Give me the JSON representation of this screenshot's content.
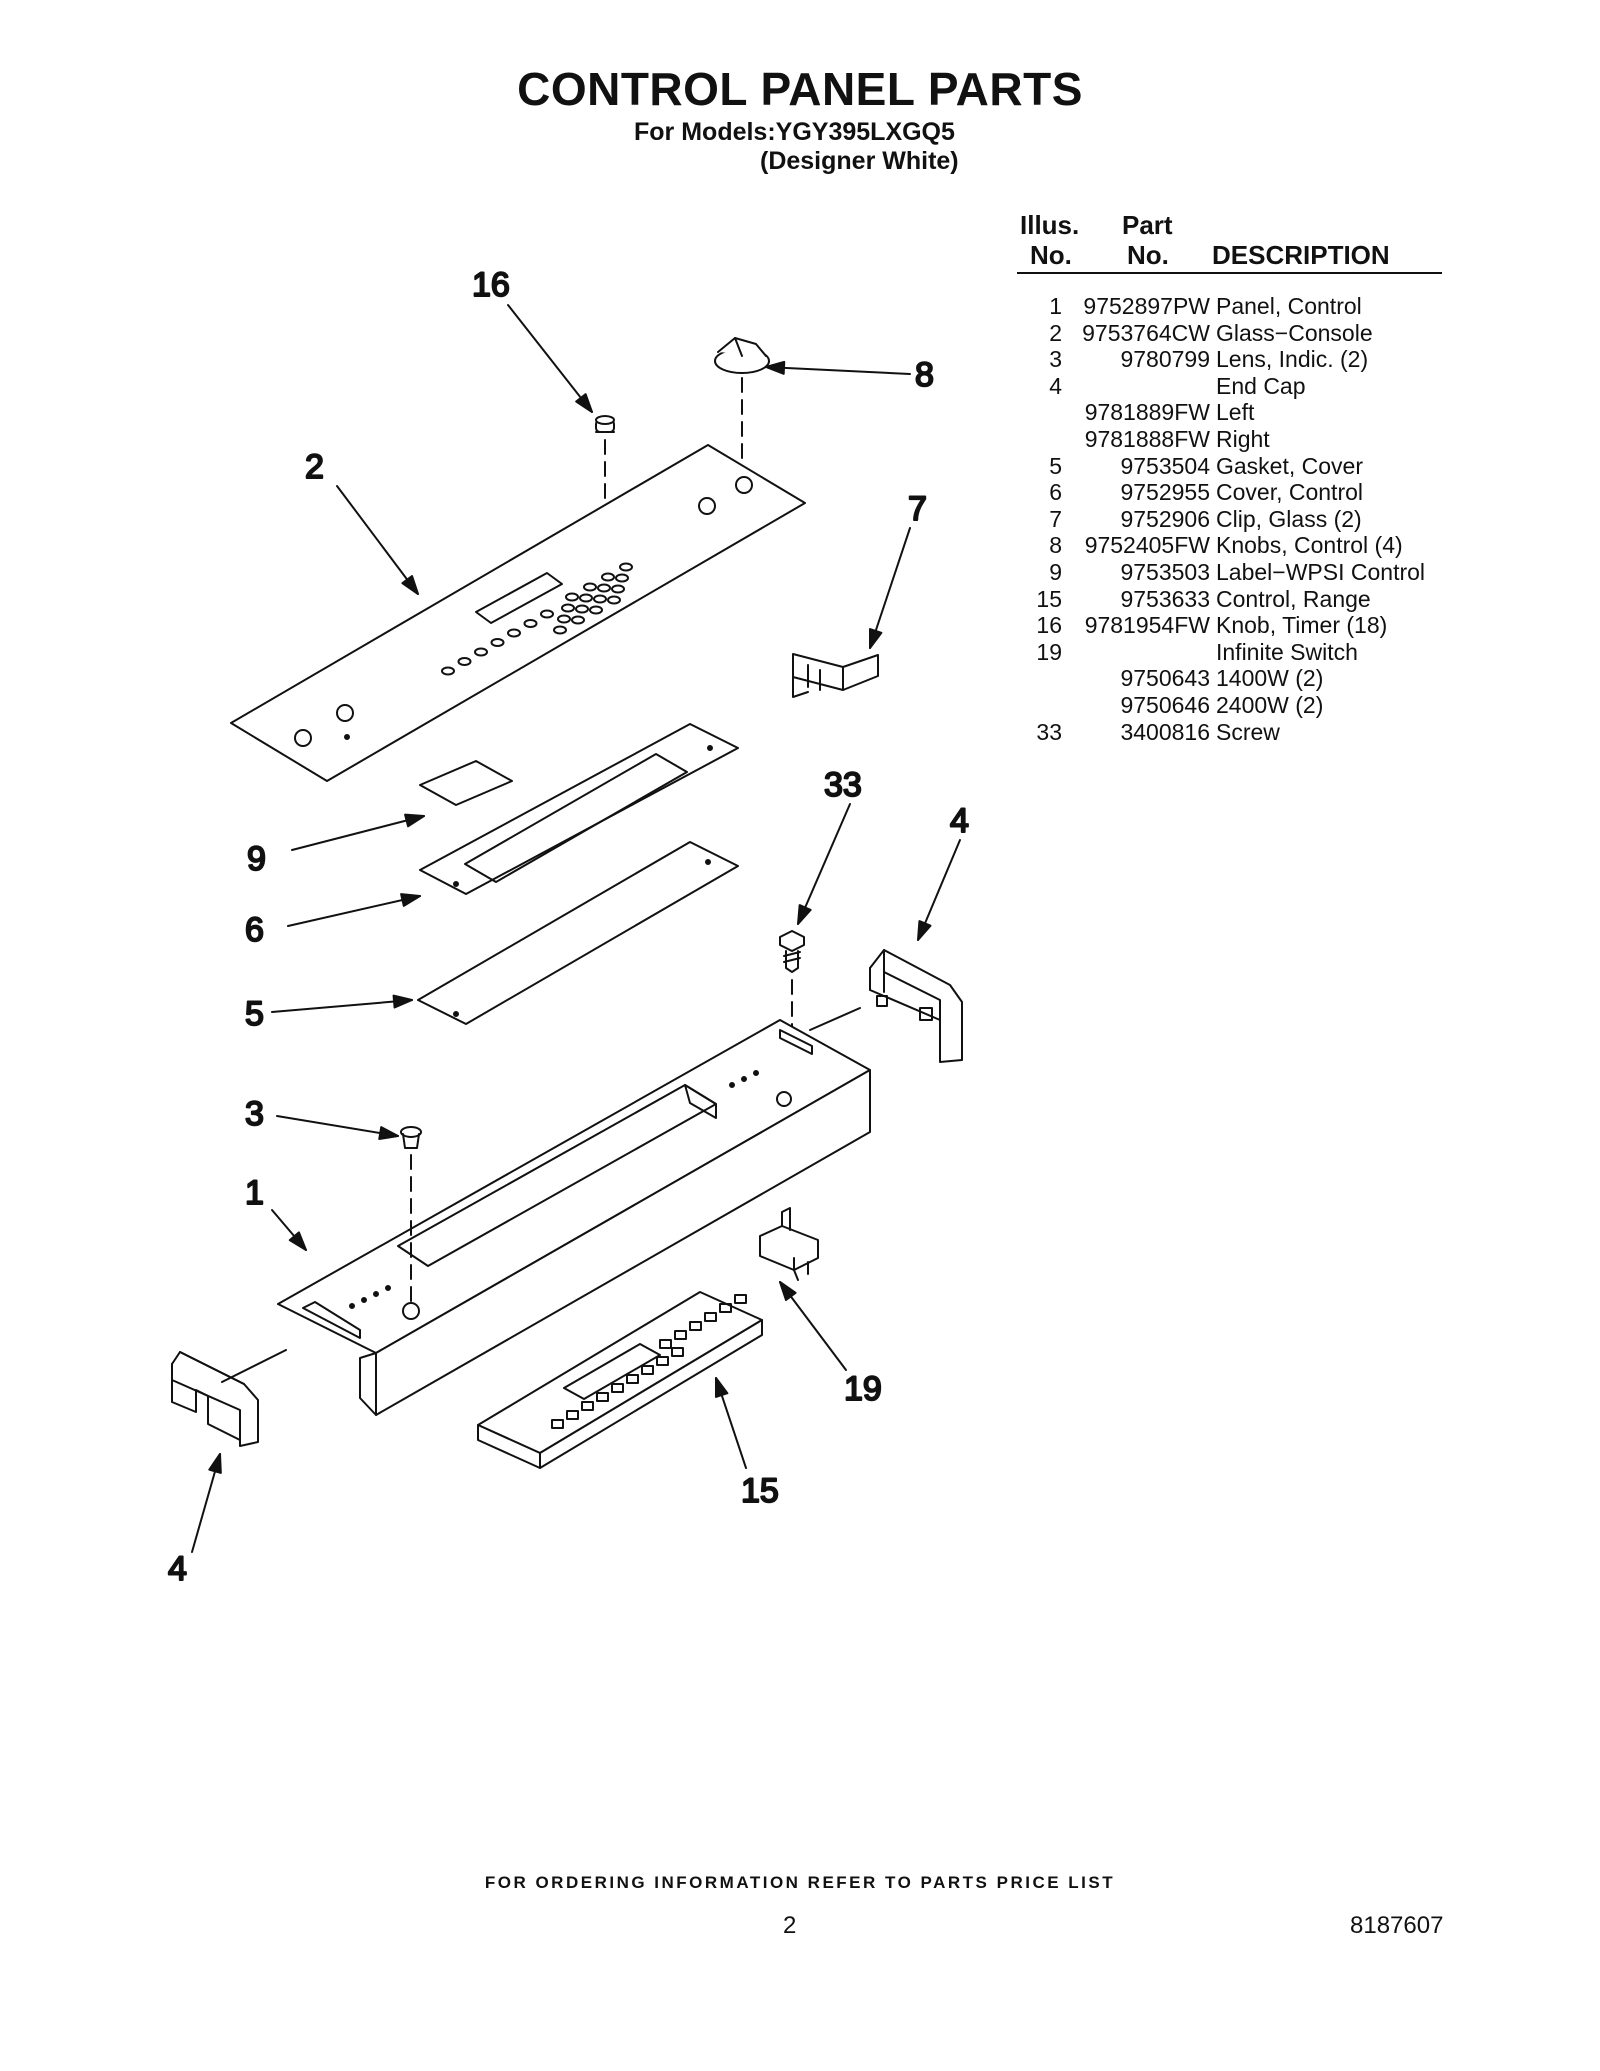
{
  "header": {
    "title": "CONTROL PANEL PARTS",
    "models_line": "For Models:YGY395LXGQ5",
    "variant_line": "(Designer White)"
  },
  "table": {
    "headers": {
      "illus_top": "Illus.",
      "illus_bottom": "No.",
      "part_top": "Part",
      "part_bottom": "No.",
      "description": "DESCRIPTION"
    },
    "rows": [
      {
        "illus": "1",
        "part": "9752897PW",
        "desc": "Panel, Control"
      },
      {
        "illus": "2",
        "part": "9753764CW",
        "desc": "Glass−Console"
      },
      {
        "illus": "3",
        "part": "9780799",
        "desc": "Lens, Indic. (2)"
      },
      {
        "illus": "4",
        "part": "",
        "desc": "End Cap"
      },
      {
        "illus": "",
        "part": "9781889FW",
        "desc": "Left"
      },
      {
        "illus": "",
        "part": "9781888FW",
        "desc": "Right"
      },
      {
        "illus": "5",
        "part": "9753504",
        "desc": "Gasket, Cover"
      },
      {
        "illus": "6",
        "part": "9752955",
        "desc": "Cover, Control"
      },
      {
        "illus": "7",
        "part": "9752906",
        "desc": "Clip, Glass (2)"
      },
      {
        "illus": "8",
        "part": "9752405FW",
        "desc": "Knobs, Control (4)"
      },
      {
        "illus": "9",
        "part": "9753503",
        "desc": "Label−WPSI Control"
      },
      {
        "illus": "15",
        "part": "9753633",
        "desc": "Control, Range"
      },
      {
        "illus": "16",
        "part": "9781954FW",
        "desc": "Knob, Timer (18)"
      },
      {
        "illus": "19",
        "part": "",
        "desc": "Infinite Switch"
      },
      {
        "illus": "",
        "part": "9750643",
        "desc": "1400W (2)"
      },
      {
        "illus": "",
        "part": "9750646",
        "desc": "2400W (2)"
      },
      {
        "illus": "33",
        "part": "3400816",
        "desc": "Screw"
      }
    ]
  },
  "diagram": {
    "callouts": {
      "c16": "16",
      "c8": "8",
      "c2": "2",
      "c7": "7",
      "c33": "33",
      "c4_right": "4",
      "c9": "9",
      "c6": "6",
      "c5": "5",
      "c3": "3",
      "c1": "1",
      "c19": "19",
      "c15": "15",
      "c4_left": "4"
    }
  },
  "footer": {
    "ordering_note": "FOR ORDERING INFORMATION REFER TO PARTS PRICE LIST",
    "page_number": "2",
    "document_number": "8187607"
  }
}
